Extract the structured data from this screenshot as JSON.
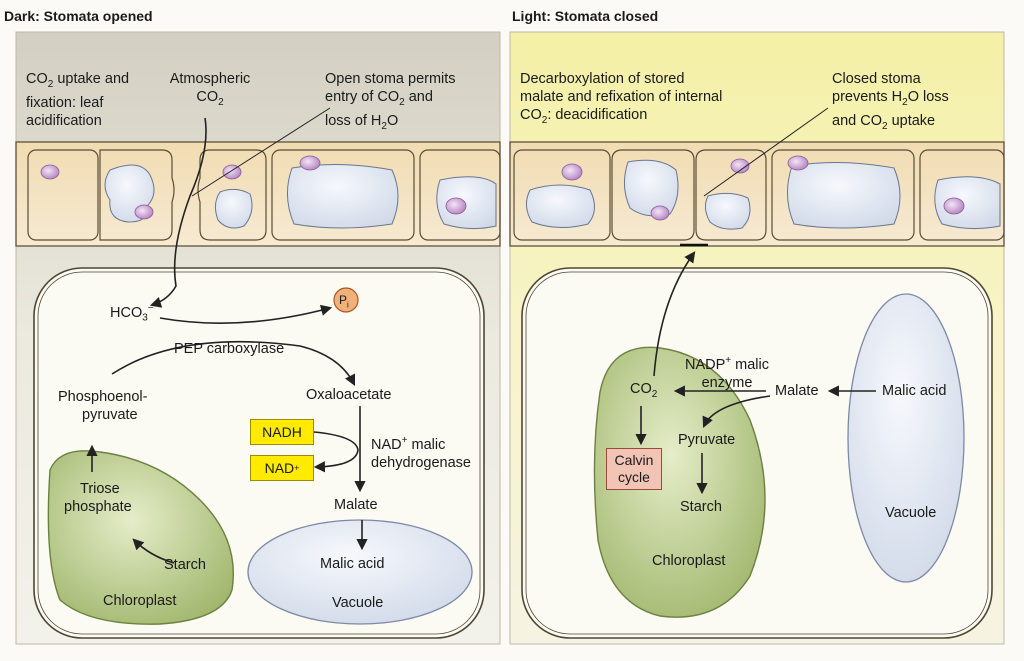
{
  "left": {
    "title": "Dark: Stomata opened",
    "co2_uptake_line1": "CO",
    "co2_uptake_line1_tail": " uptake and",
    "co2_uptake_line2": "fixation: leaf",
    "co2_uptake_line3": "acidification",
    "atmospheric_line1": "Atmospheric",
    "atmospheric_line2": "CO",
    "open_stoma_line1": "Open stoma permits",
    "open_stoma_line2a": "entry of CO",
    "open_stoma_line2b": " and",
    "open_stoma_line3a": "loss of H",
    "open_stoma_line3b": "O",
    "hco3": "HCO",
    "pi": "P",
    "pep_carboxylase": "PEP carboxylase",
    "pep_line1": "Phosphoenol-",
    "pep_line2": "pyruvate",
    "oxaloacetate": "Oxaloacetate",
    "nadh": "NADH",
    "nad": "NAD",
    "nad_malic_line1": "NAD",
    "nad_malic_line1_tail": " malic",
    "nad_malic_line2": "dehydrogenase",
    "malate": "Malate",
    "malic_acid": "Malic acid",
    "vacuole": "Vacuole",
    "triose_line1": "Triose",
    "triose_line2": "phosphate",
    "starch": "Starch",
    "chloroplast": "Chloroplast"
  },
  "right": {
    "title": "Light: Stomata closed",
    "decarb_line1": "Decarboxylation of stored",
    "decarb_line2": "malate and refixation of internal",
    "decarb_line3a": "CO",
    "decarb_line3b": ": deacidification",
    "closed_line1": "Closed stoma",
    "closed_line2a": "prevents H",
    "closed_line2b": "O loss",
    "closed_line3": "and CO",
    "closed_line3b": " uptake",
    "nadp_line1": "NADP",
    "nadp_line1_tail": " malic",
    "nadp_line2": "enzyme",
    "co2": "CO",
    "malate": "Malate",
    "malic_acid": "Malic acid",
    "pyruvate": "Pyruvate",
    "calvin_line1": "Calvin",
    "calvin_line2": "cycle",
    "starch": "Starch",
    "chloroplast": "Chloroplast",
    "vacuole": "Vacuole"
  },
  "colors": {
    "chloroplast_fill": "#b7c98a",
    "vacuole_fill": "#e3e8f1",
    "nad_box": "#ffea00",
    "calvin_box": "#f2c4b6",
    "pi_circle": "#f0b27a",
    "organelle": "#c99bd0"
  }
}
